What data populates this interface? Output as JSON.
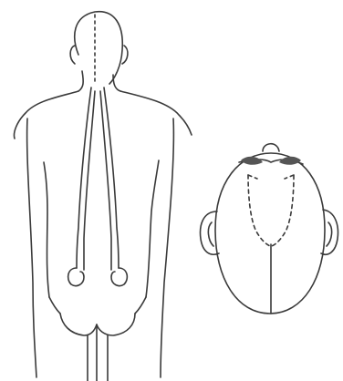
{
  "illustration": {
    "background_color": "#ffffff",
    "line_color": "#3a3a3a",
    "shade_color": "#555555",
    "figures": [
      {
        "view": "back",
        "lines": [
          "outline",
          "dashed-midline-head",
          "two-long-strips",
          "curled-ends"
        ]
      },
      {
        "view": "top-of-head",
        "lines": [
          "outline",
          "ears",
          "dashed-loop",
          "midline"
        ]
      }
    ]
  }
}
